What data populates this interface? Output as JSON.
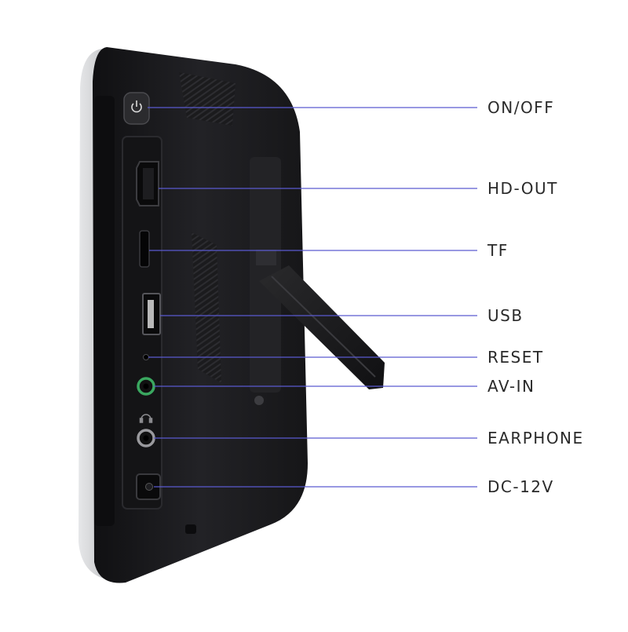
{
  "diagram": {
    "ports": [
      {
        "id": "on-off",
        "label": "ON/OFF"
      },
      {
        "id": "hd-out",
        "label": "HD-OUT"
      },
      {
        "id": "tf",
        "label": "TF"
      },
      {
        "id": "usb",
        "label": "USB"
      },
      {
        "id": "reset",
        "label": "RESET"
      },
      {
        "id": "av-in",
        "label": "AV-IN"
      },
      {
        "id": "earphone",
        "label": "EARPHONE"
      },
      {
        "id": "dc-12v",
        "label": "DC-12V"
      }
    ],
    "colors": {
      "callout_line": "#5a5ad0",
      "device_body": "#1c1c1e",
      "device_bezel": "#c9cacc",
      "label_text": "#2a2a2a",
      "av_jack_ring": "#3aa860"
    }
  }
}
